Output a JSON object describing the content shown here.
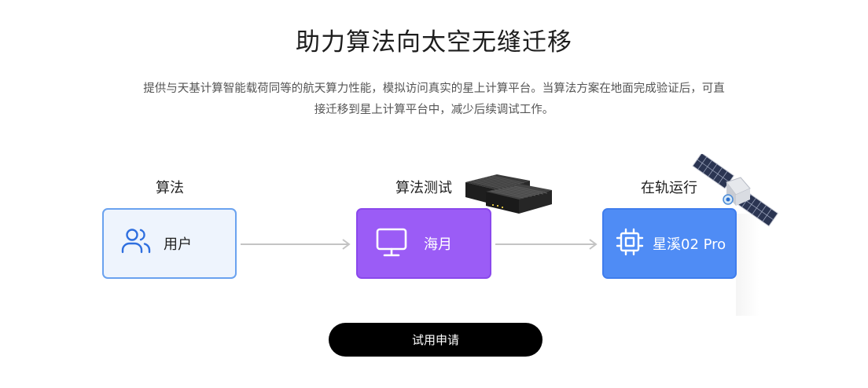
{
  "title": "助力算法向太空无缝迁移",
  "description": {
    "line1": "提供与天基计算智能载荷同等的航天算力性能，模拟访问真实的星上计算平台。当算法方案在地面完成验证后，可直",
    "line2": "接迁移到星上计算平台中，减少后续调试工作。"
  },
  "flow": {
    "algorithm": {
      "label": "算法",
      "box_text": "用户",
      "icon": "users-icon"
    },
    "testing": {
      "label": "算法测试",
      "box_text": "海月",
      "icon": "monitor-icon"
    },
    "orbit": {
      "label": "在轨运行",
      "box_text": "星溪02 Pro",
      "icon": "chip-icon"
    }
  },
  "cta": {
    "label": "试用申请"
  },
  "colors": {
    "user_box_bg": "#eef4fd",
    "user_box_border": "#6aa2ef",
    "test_box_bg": "#9b5cf6",
    "orbit_box_bg": "#4f8cf5",
    "arrow": "#c4c4c4",
    "button_bg": "#000000"
  }
}
